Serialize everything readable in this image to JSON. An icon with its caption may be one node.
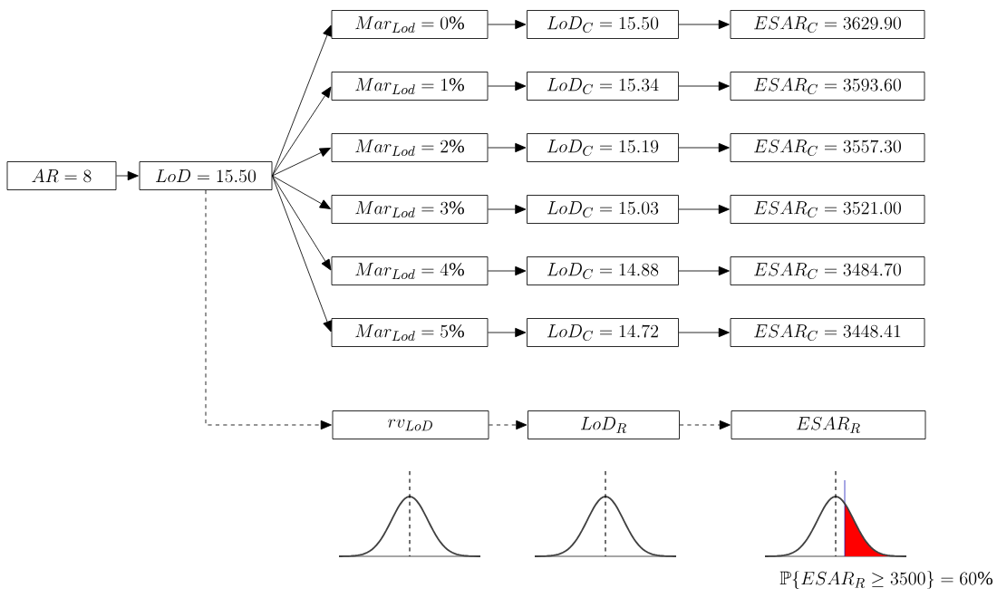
{
  "diagram": {
    "nodes": [
      {
        "text": [
          "AR = 8"
        ]
      },
      {
        "text": [
          "LoD = 15.50"
        ]
      },
      {
        "text": [
          "Mar_{Lod} = 0\\%"
        ]
      },
      {
        "text": [
          "LoD_C = 15.50"
        ]
      },
      {
        "text": [
          "ESAR_C = 3629.90"
        ]
      },
      {
        "text": [
          "Mar_{Lod} = 1\\%"
        ]
      },
      {
        "text": [
          "LoD_C = 15.34"
        ]
      },
      {
        "text": [
          "ESAR_C = 3593.60"
        ]
      },
      {
        "text": [
          "Mar_{Lod} = 2\\%"
        ]
      },
      {
        "text": [
          "LoD_C = 15.19"
        ]
      },
      {
        "text": [
          "ESAR_C = 3557.30"
        ]
      },
      {
        "text": [
          "Mar_{Lod} = 3\\%"
        ]
      },
      {
        "text": [
          "LoD_C = 15.03"
        ]
      },
      {
        "text": [
          "ESAR_C = 3521.00"
        ]
      },
      {
        "text": [
          "Mar_{Lod} = 4\\%"
        ]
      },
      {
        "text": [
          "LoD_C = 14.88"
        ]
      },
      {
        "text": [
          "ESAR_C = 3484.70"
        ]
      },
      {
        "text": [
          "Mar_{Lod} = 5\\%"
        ]
      },
      {
        "text": [
          "LoD_C = 14.72"
        ]
      },
      {
        "text": [
          "ESAR_C = 3448.41"
        ]
      },
      {
        "text": [
          "rv_{LoD}"
        ]
      },
      {
        "text": [
          "LoD_R"
        ]
      },
      {
        "text": [
          "ESAR_R"
        ]
      }
    ],
    "edges": [
      {
        "from": 0,
        "to": 1,
        "arrow": "to"
      },
      {
        "from": 1,
        "to": 2,
        "arrow": "to"
      },
      {
        "from": 1,
        "to": 5,
        "arrow": "to"
      },
      {
        "from": 1,
        "to": 8,
        "arrow": "to"
      },
      {
        "from": 1,
        "to": 11,
        "arrow": "to"
      },
      {
        "from": 1,
        "to": 14,
        "arrow": "to"
      },
      {
        "from": 1,
        "to": 17,
        "arrow": "to"
      },
      {
        "from": 2,
        "to": 3,
        "arrow": "to"
      },
      {
        "from": 3,
        "to": 4,
        "arrow": "to"
      },
      {
        "from": 5,
        "to": 6,
        "arrow": "to"
      },
      {
        "from": 6,
        "to": 7,
        "arrow": "to"
      },
      {
        "from": 8,
        "to": 9,
        "arrow": "to"
      },
      {
        "from": 9,
        "to": 10,
        "arrow": "to"
      },
      {
        "from": 11,
        "to": 12,
        "arrow": "to"
      },
      {
        "from": 12,
        "to": 13,
        "arrow": "to"
      },
      {
        "from": 14,
        "to": 15,
        "arrow": "to"
      },
      {
        "from": 15,
        "to": 16,
        "arrow": "to"
      },
      {
        "from": 17,
        "to": 18,
        "arrow": "to"
      },
      {
        "from": 18,
        "to": 19,
        "arrow": "to"
      },
      {
        "from": 1,
        "to": 20,
        "arrow": "to",
        "style": "dashed"
      },
      {
        "from": 20,
        "to": 21,
        "arrow": "to",
        "style": "dashed"
      },
      {
        "from": 21,
        "to": 22,
        "arrow": "to",
        "style": "dashed"
      }
    ],
    "labels": [
      "\\mathbb{P}\\{ESAR_R \\geq 3500\\} = 60\\%"
    ]
  }
}
